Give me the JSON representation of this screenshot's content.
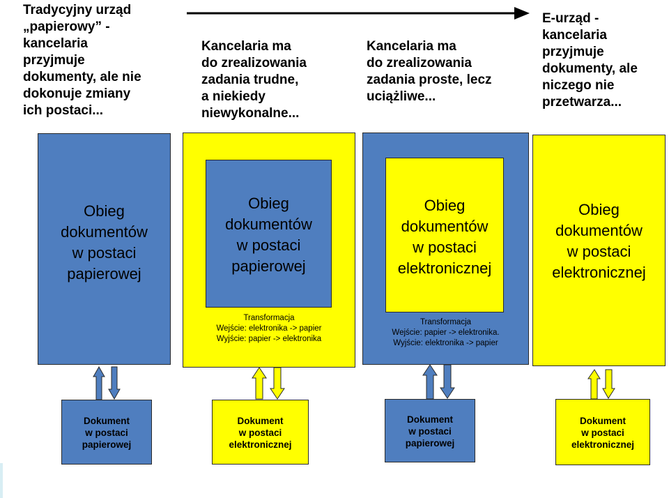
{
  "headings": [
    "Tradycyjny urząd\n„papierowy” -\nkancelaria\nprzyjmuje\ndokumenty, ale nie\ndokonuje zmiany\nich postaci...",
    "Kancelaria ma\ndo zrealizowania\nzadania trudne,\na niekiedy\nniewykonalne...",
    "Kancelaria ma\ndo zrealizowania\nzadania proste, lecz\nuciążliwe...",
    "E-urząd  -\nkancelaria\nprzyjmuje\ndokumenty, ale\nniczego nie\nprzetwarza..."
  ],
  "columns": [
    {
      "outer_color": "blue",
      "label": "Obieg\ndokumentów\nw postaci\npapierowej",
      "doc": "Dokument\nw postaci\npapierowej"
    },
    {
      "outer_color": "yellow",
      "inner_color": "blue",
      "inner_label": "Obieg\ndokumentów\nw postaci\npapierowej",
      "transformation": "Transformacja\nWejście: elektronika -> papier\nWyjście: papier -> elektronika",
      "doc": "Dokument\nw postaci\nelektronicznej"
    },
    {
      "outer_color": "blue",
      "inner_color": "yellow",
      "inner_label": "Obieg\ndokumentów\nw postaci\nelektronicznej",
      "transformation": "Transformacja\nWejście: papier -> elektronika.\nWyjście: elektronika -> papier",
      "doc": "Dokument\nw postaci\npapierowej"
    },
    {
      "outer_color": "yellow",
      "label": "Obieg\ndokumentów\nw postaci\nelektronicznej",
      "doc": "Dokument\nw postaci\nelektronicznej"
    }
  ],
  "colors": {
    "blue": "#4f7ebf",
    "yellow": "#ffff00",
    "outline": "#2a2a2a"
  }
}
